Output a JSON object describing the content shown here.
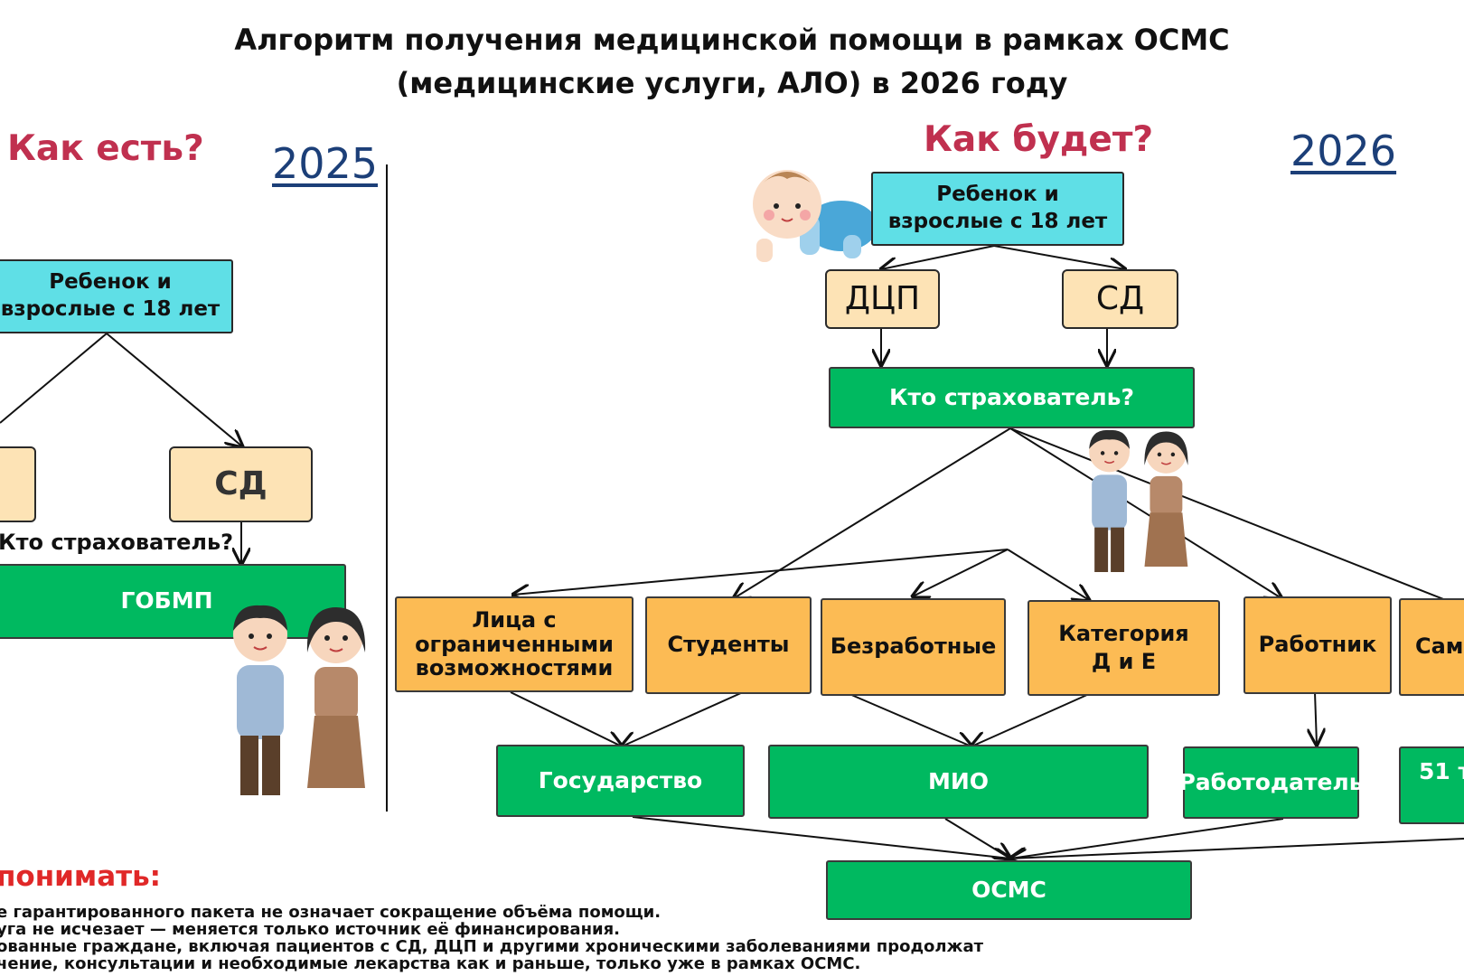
{
  "title": {
    "line1": "Алгоритм получения медицинской помощи в рамках ОСМС",
    "line2": "(медицинские услуги, АЛО) в 2026 году"
  },
  "left": {
    "heading": "Как есть?",
    "year": "2025",
    "root": "Ребенок и взрослые с 18 лет",
    "sd": "СД",
    "insurer_question": "Кто страхователь?",
    "gobmp": "ГОБМП"
  },
  "right": {
    "heading": "Как будет?",
    "year": "2026",
    "root": "Ребенок и взрослые с 18 лет",
    "dcp": "ДЦП",
    "sd": "СД",
    "insurer_question": "Кто страхователь?",
    "categories": [
      "Лица с ограниченными возможностями",
      "Студенты",
      "Безработные",
      "Категория Д и Е",
      "Работник",
      "Само"
    ],
    "payers": [
      "Государство",
      "МИО",
      "Работодатель",
      "51 т"
    ],
    "result": "ОСМС"
  },
  "notes": {
    "heading": "понимать:",
    "lines": [
      "е гарантированного пакета не означает сокращение объёма помощи.",
      "уга не исчезает — меняется только источник её финансирования.",
      "ованные граждане, включая пациентов с СД, ДЦП и другими хроническими заболеваниями продолжат",
      "чение, консультации и необходимые лекарства как и раньше, только уже в рамках ОСМС."
    ]
  }
}
